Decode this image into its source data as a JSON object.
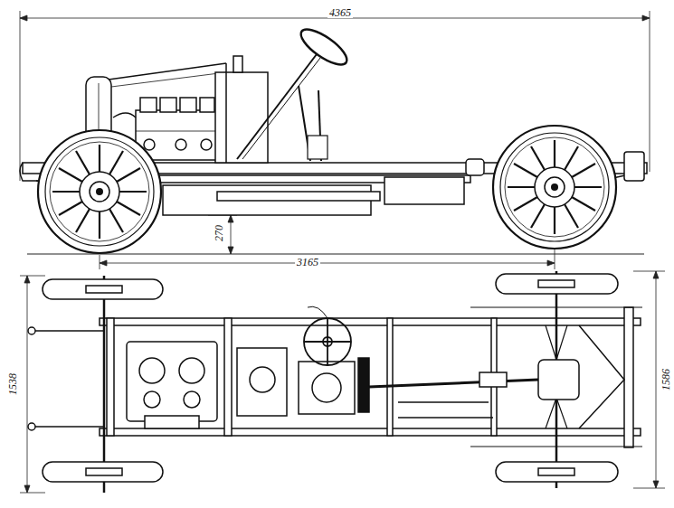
{
  "diagram": {
    "labels": [
      "4365",
      "270",
      "3165",
      "1538",
      "1586"
    ]
  }
}
